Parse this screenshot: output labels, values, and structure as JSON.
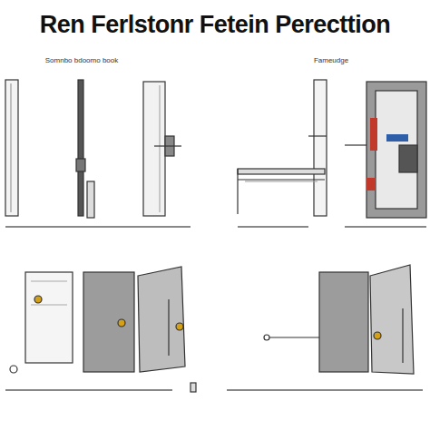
{
  "diagram": {
    "title": "Ren Ferlstonr Fetein Perecttion",
    "labels": [
      "Somnbo bdoomo book",
      "Fameudge"
    ]
  }
}
